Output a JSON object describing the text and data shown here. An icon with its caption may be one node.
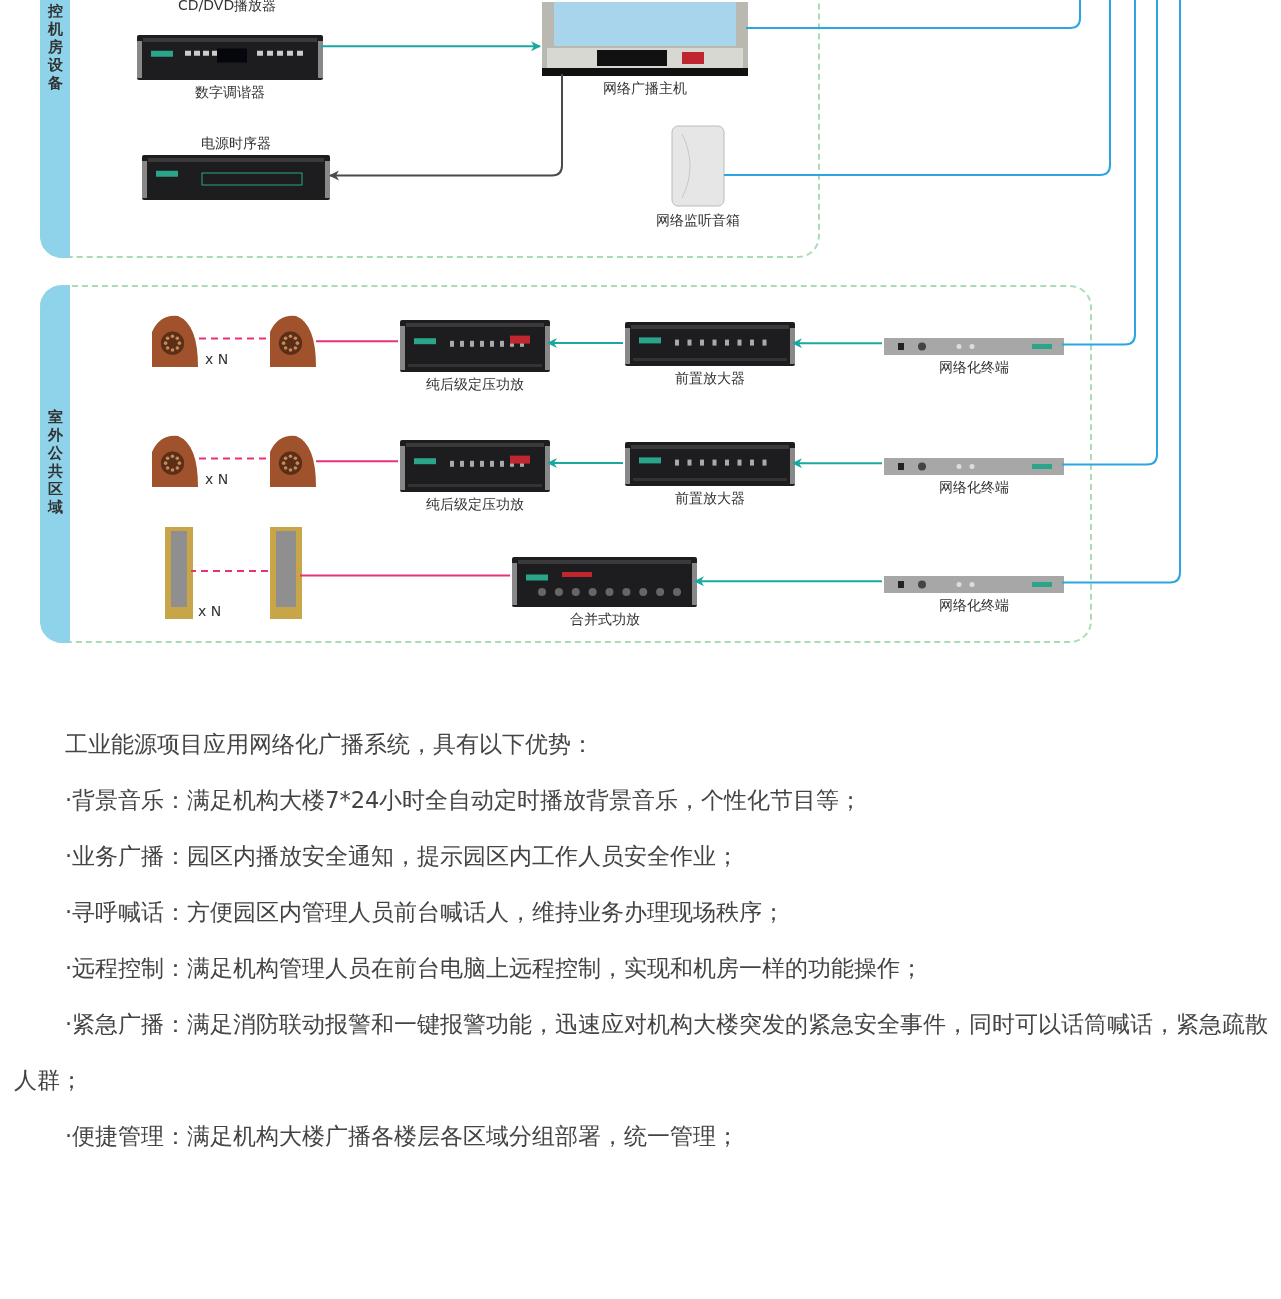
{
  "diagram": {
    "nodes": [
      {
        "text": [
          "控机房设备"
        ]
      },
      {
        "text": [
          "数字调谐器"
        ],
        "in": 0
      },
      {
        "text": [
          "电源时序器"
        ],
        "in": 0
      },
      {
        "text": [
          "网络广播主机"
        ],
        "in": 0
      },
      {
        "text": [
          "网络监听音箱"
        ],
        "in": 0
      },
      {
        "text": [
          "室外公共区域"
        ]
      },
      {
        "text": [],
        "shape": "picture",
        "in": 5,
        "beside": [
          "x N"
        ]
      },
      {
        "text": [],
        "shape": "picture",
        "in": 5
      },
      {
        "text": [
          "纯后级定压功放"
        ],
        "in": 5
      },
      {
        "text": [
          "前置放大器"
        ],
        "in": 5
      },
      {
        "text": [
          "网络化终端"
        ],
        "in": 5
      },
      {
        "text": [],
        "shape": "picture",
        "in": 5,
        "beside": [
          "x N"
        ]
      },
      {
        "text": [],
        "shape": "picture",
        "in": 5
      },
      {
        "text": [
          "纯后级定压功放"
        ],
        "in": 5
      },
      {
        "text": [
          "前置放大器"
        ],
        "in": 5
      },
      {
        "text": [
          "网络化终端"
        ],
        "in": 5
      },
      {
        "text": [],
        "shape": "picture",
        "in": 5,
        "beside": [
          "x N"
        ]
      },
      {
        "text": [],
        "shape": "picture",
        "in": 5
      },
      {
        "text": [
          "合并式功放"
        ],
        "in": 5
      },
      {
        "text": [
          "网络化终端"
        ],
        "in": 5
      }
    ],
    "edges": [
      {
        "from": 1,
        "to": 3,
        "arrow": "to"
      },
      {
        "from": 3,
        "to": 2,
        "arrow": "to",
        "color": "#4a4a4a"
      },
      {
        "from": 3,
        "to": null,
        "arrow": "none",
        "color": "#2aa6e0"
      },
      {
        "from": 4,
        "to": null,
        "arrow": "none",
        "color": "#2aa6e0"
      },
      {
        "from": 10,
        "to": null,
        "arrow": "none",
        "color": "#2aa6e0"
      },
      {
        "from": 15,
        "to": null,
        "arrow": "none",
        "color": "#2aa6e0"
      },
      {
        "from": 19,
        "to": null,
        "arrow": "none",
        "color": "#2aa6e0"
      },
      {
        "from": 10,
        "to": 9,
        "arrow": "to"
      },
      {
        "from": 9,
        "to": 8,
        "arrow": "to"
      },
      {
        "from": 8,
        "to": 7,
        "arrow": "none",
        "color": "#e8307a"
      },
      {
        "from": 7,
        "to": 6,
        "arrow": "none",
        "color": "#e8307a",
        "style": "dashed"
      },
      {
        "from": 15,
        "to": 14,
        "arrow": "to"
      },
      {
        "from": 14,
        "to": 13,
        "arrow": "to"
      },
      {
        "from": 13,
        "to": 12,
        "arrow": "none",
        "color": "#e8307a"
      },
      {
        "from": 12,
        "to": 11,
        "arrow": "none",
        "color": "#e8307a",
        "style": "dashed"
      },
      {
        "from": 19,
        "to": 18,
        "arrow": "to"
      },
      {
        "from": 18,
        "to": 17,
        "arrow": "none",
        "color": "#e8307a"
      },
      {
        "from": 17,
        "to": 16,
        "arrow": "none",
        "color": "#e8307a",
        "style": "dashed"
      }
    ],
    "labels": [
      "CD/DVD播放器",
      "工业能源项目应用网络化广播系统，具有以下优势：",
      "·背景音乐：满足机构大楼7*24小时全自动定时播放背景音乐，个性化节目等；",
      "·业务广播：园区内播放安全通知，提示园区内工作人员安全作业；",
      "·寻呼喊话：方便园区内管理人员前台喊话人，维持业务办理现场秩序；",
      "·远程控制：满足机构管理人员在前台电脑上远程控制，实现和机房一样的功能操作；",
      "·紧急广播：满足消防联动报警和一键报警功能，迅速应对机构大楼突发的紧急安全事件，同时可以话筒喊话，紧急疏散人群；",
      "·便捷管理：满足机构大楼广播各楼层各区域分组部署，统一管理；"
    ]
  }
}
